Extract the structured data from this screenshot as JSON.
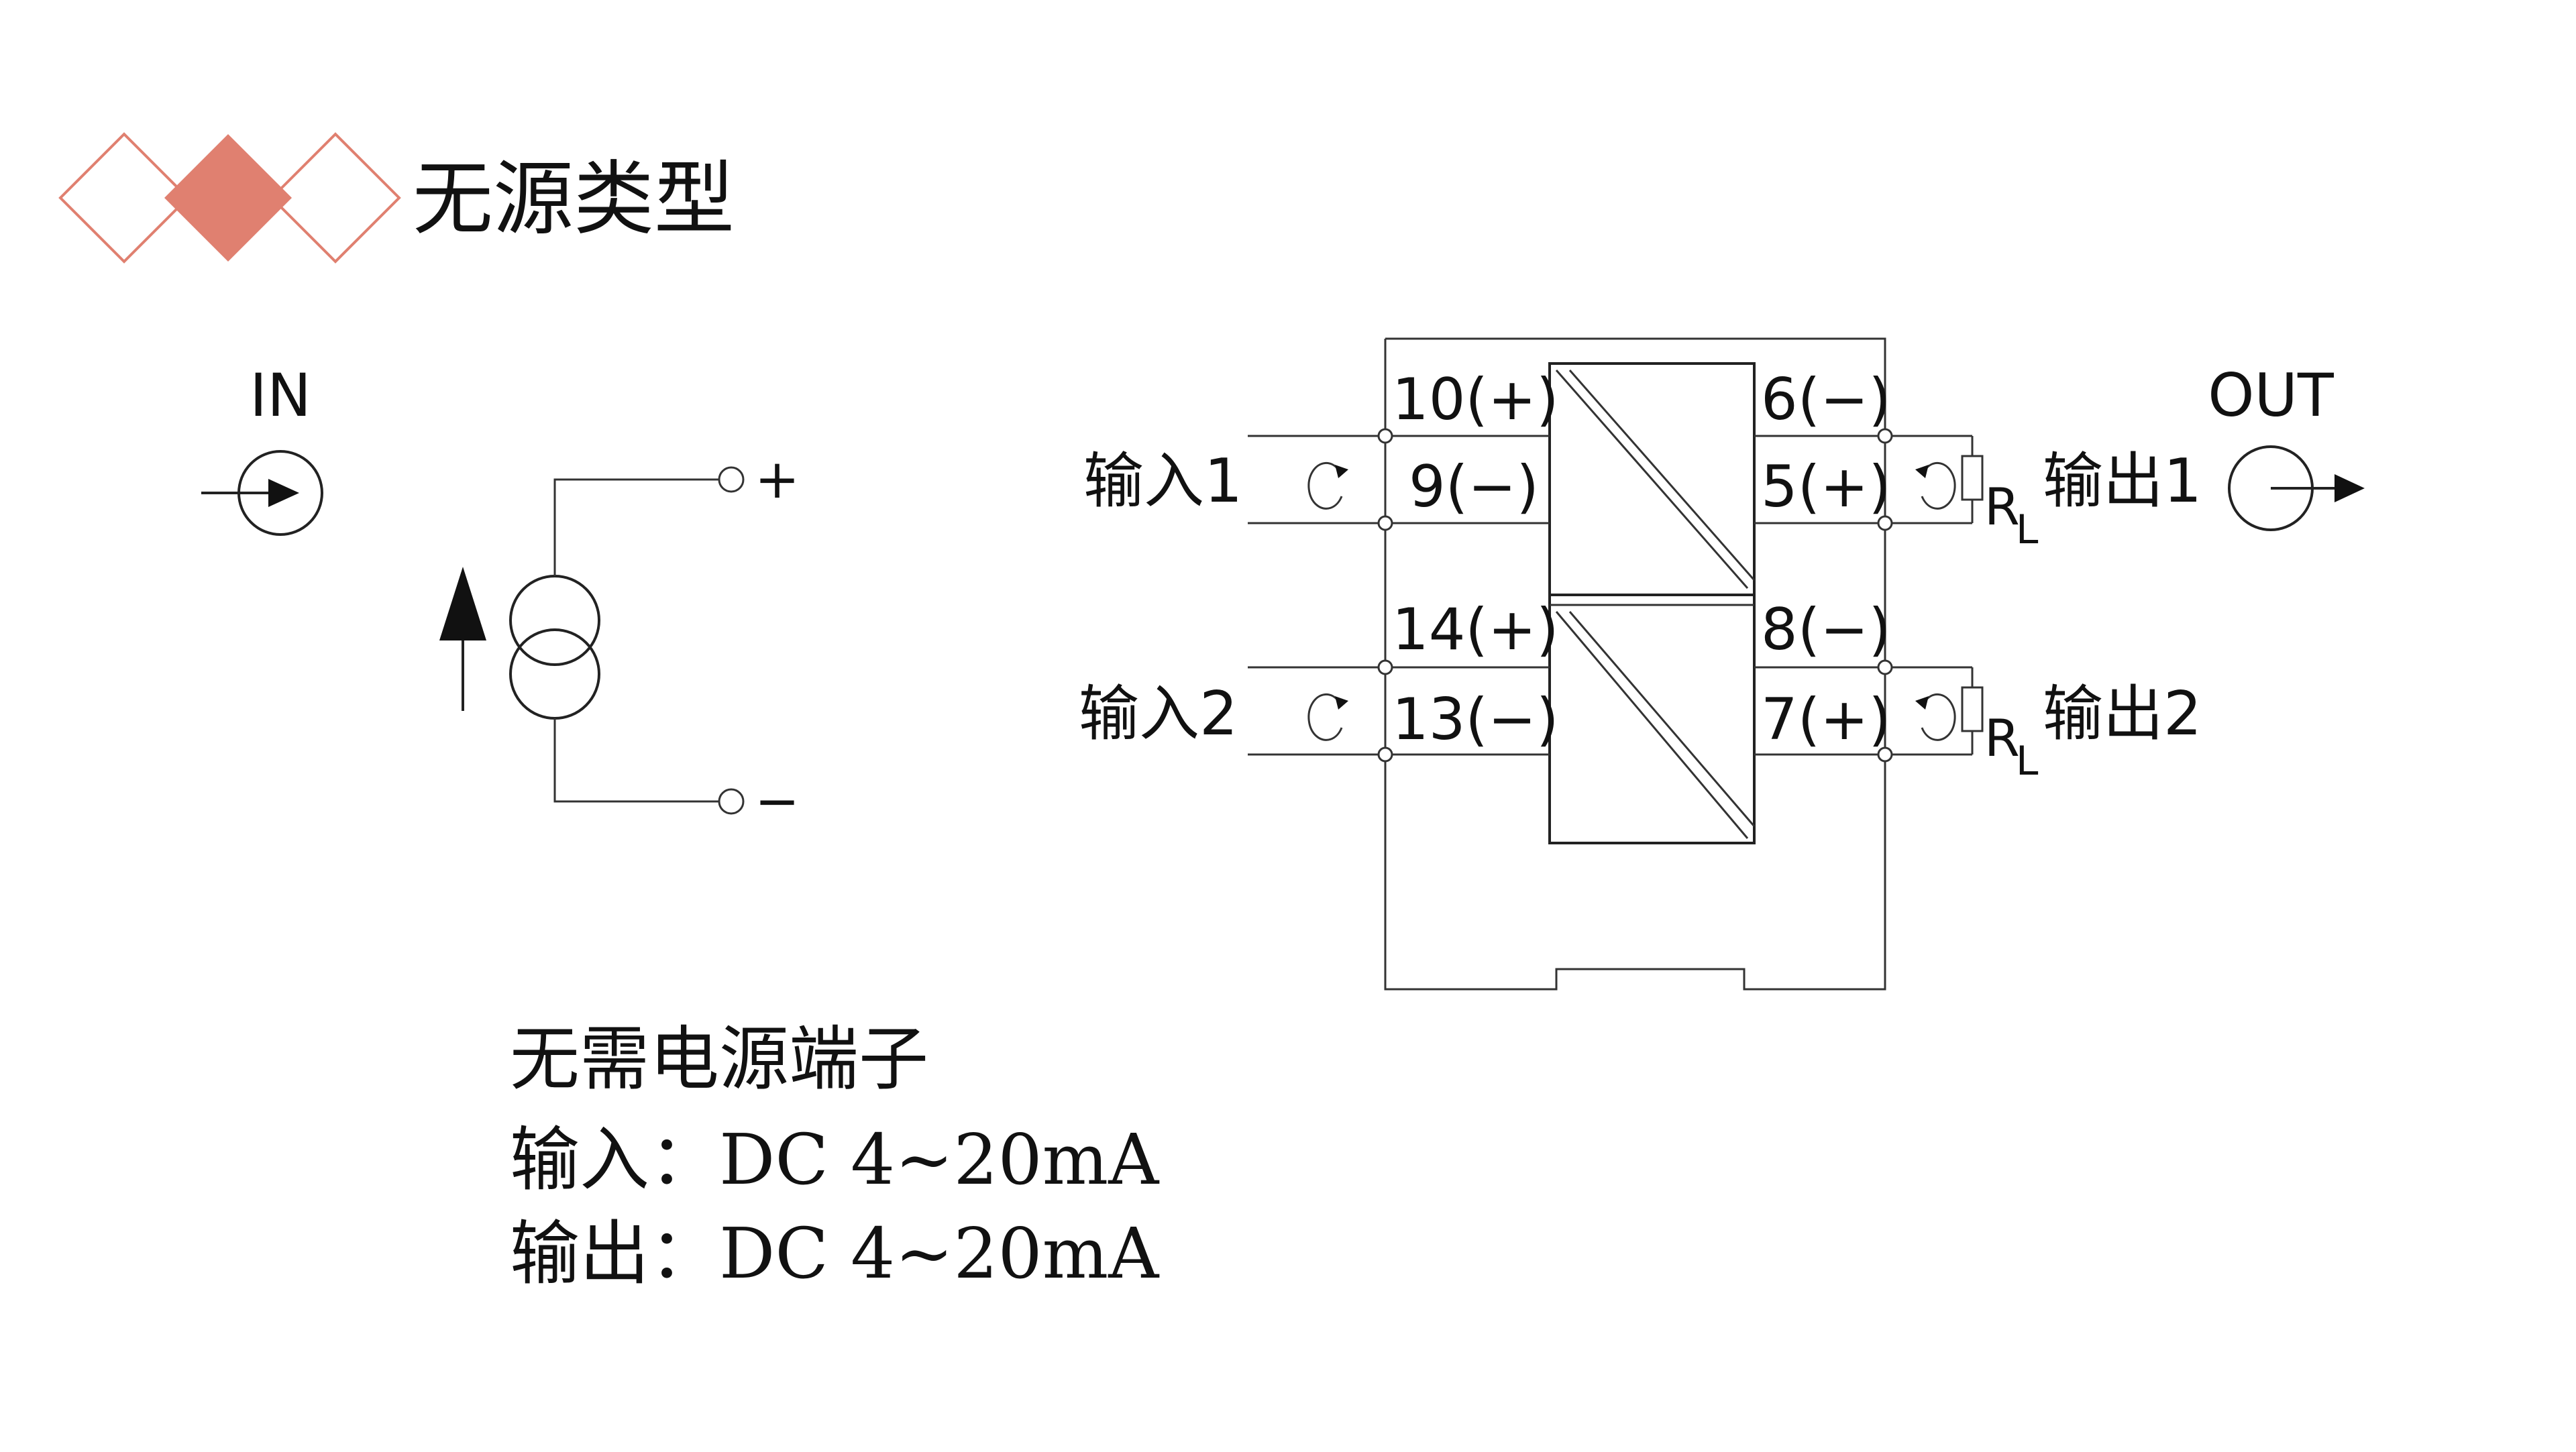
{
  "title": "无源类型",
  "accent_color": "#E08070",
  "in_symbol_label": "IN",
  "out_symbol_label": "OUT",
  "source": {
    "plus": "+",
    "minus": "−"
  },
  "inputs": [
    {
      "label": "输入1",
      "top_terminal": "10(+)",
      "bottom_terminal": "9(−)"
    },
    {
      "label": "输入2",
      "top_terminal": "14(+)",
      "bottom_terminal": "13(−)"
    }
  ],
  "outputs": [
    {
      "label": "输出1",
      "top_terminal": "6(−)",
      "bottom_terminal": "5(+)",
      "load": "R",
      "load_sub": "L"
    },
    {
      "label": "输出2",
      "top_terminal": "8(−)",
      "bottom_terminal": "7(+)",
      "load": "R",
      "load_sub": "L"
    }
  ],
  "notes": {
    "line1": "无需电源端子",
    "line2": "输入：DC 4~20mA",
    "line3": "输出：DC 4~20mA"
  }
}
